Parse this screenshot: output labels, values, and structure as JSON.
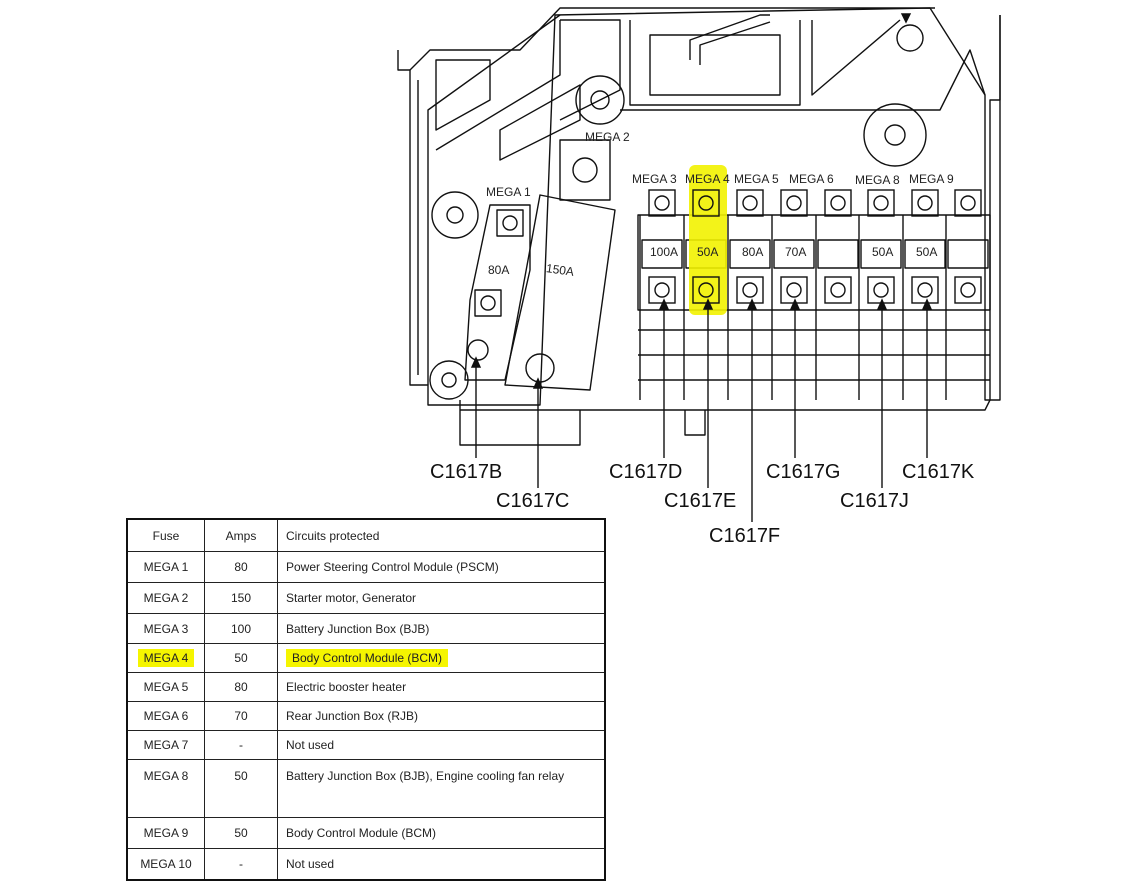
{
  "diagram": {
    "fuse_labels": [
      "MEGA 1",
      "MEGA 2",
      "MEGA 3",
      "MEGA 4",
      "MEGA 5",
      "MEGA 6",
      "MEGA 8",
      "MEGA 9"
    ],
    "amp_labels": [
      "80A",
      "150A",
      "100A",
      "50A",
      "80A",
      "70A",
      "50A",
      "50A"
    ],
    "connectors": [
      "C1617B",
      "C1617C",
      "C1617D",
      "C1617E",
      "C1617F",
      "C1617G",
      "C1617J",
      "C1617K"
    ],
    "highlight_color": "#f2f200"
  },
  "table": {
    "headers": [
      "Fuse",
      "Amps",
      "Circuits protected"
    ],
    "rows": [
      {
        "fuse": "MEGA 1",
        "amps": "80",
        "circuits": "Power Steering Control Module (PSCM)"
      },
      {
        "fuse": "MEGA 2",
        "amps": "150",
        "circuits": "Starter motor, Generator"
      },
      {
        "fuse": "MEGA 3",
        "amps": "100",
        "circuits": "Battery Junction Box (BJB)"
      },
      {
        "fuse": "MEGA 4",
        "amps": "50",
        "circuits": "Body Control Module (BCM)",
        "highlighted": true
      },
      {
        "fuse": "MEGA 5",
        "amps": "80",
        "circuits": "Electric booster heater"
      },
      {
        "fuse": "MEGA 6",
        "amps": "70",
        "circuits": "Rear Junction Box (RJB)"
      },
      {
        "fuse": "MEGA 7",
        "amps": "-",
        "circuits": "Not used"
      },
      {
        "fuse": "MEGA 8",
        "amps": "50",
        "circuits": "Battery Junction Box (BJB), Engine cooling fan relay"
      },
      {
        "fuse": "MEGA 9",
        "amps": "50",
        "circuits": "Body Control Module (BCM)"
      },
      {
        "fuse": "MEGA 10",
        "amps": "-",
        "circuits": "Not used"
      }
    ]
  }
}
